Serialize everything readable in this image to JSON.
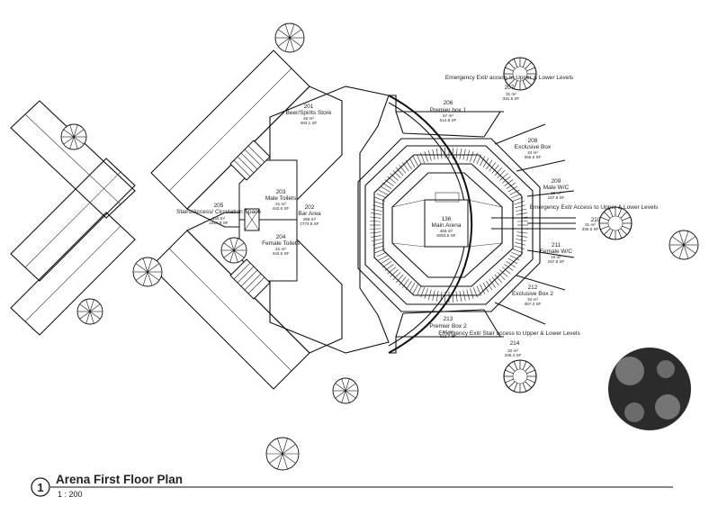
{
  "title_block": {
    "number": "1",
    "title": "Arena First Floor Plan",
    "scale": "1 : 200"
  },
  "rooms": [
    {
      "id": "r201",
      "number": "201",
      "name": "Beer/Spirits Store",
      "area_m2": "45 m²",
      "area_sf": "483.1 SF"
    },
    {
      "id": "r202",
      "number": "202",
      "name": "Bar Area",
      "area_m2": "258 m²",
      "area_sf": "2774.8 SF"
    },
    {
      "id": "r203",
      "number": "203",
      "name": "Male Toilets",
      "area_m2": "41 m²",
      "area_sf": "442.6 SF"
    },
    {
      "id": "r204",
      "number": "204",
      "name": "Female Toilets",
      "area_m2": "41 m²",
      "area_sf": "442.6 SF"
    },
    {
      "id": "r205",
      "number": "205",
      "name": "Stairs/Access/ Circulation Space",
      "area_m2": "150 m²",
      "area_sf": "1617.8 SF"
    },
    {
      "id": "r206",
      "number": "206",
      "name": "Premier box 1",
      "area_m2": "57 m²",
      "area_sf": "614.8 SF"
    },
    {
      "id": "r208",
      "number": "208",
      "name": "Exclusive Box",
      "area_m2": "34 m²",
      "area_sf": "365.6 SF"
    },
    {
      "id": "r209",
      "number": "209",
      "name": "Male W/C",
      "area_m2": "15 m²",
      "area_sf": "157.8 SF"
    },
    {
      "id": "r210",
      "number": "210",
      "name": "Emergency Exit/ Access to Upper & Lower Levels",
      "area_m2": "31 m²",
      "area_sf": "330.6 SF"
    },
    {
      "id": "r211",
      "number": "211",
      "name": "Female W/C",
      "area_m2": "15 m²",
      "area_sf": "157.8 SF"
    },
    {
      "id": "r212",
      "number": "212",
      "name": "Exclusive Box 2",
      "area_m2": "34 m²",
      "area_sf": "367.3 SF"
    },
    {
      "id": "r213",
      "number": "213",
      "name": "Premier Box 2",
      "area_m2": "57 m²",
      "area_sf": "612.7 SF"
    },
    {
      "id": "r214",
      "number": "214",
      "name": "Emergency Exit/ Stair access to Upper & Lower Levels",
      "area_m2": "32 m²",
      "area_sf": "346.4 SF"
    },
    {
      "id": "r207",
      "number": "207",
      "name": "Emergency Exit/ access to Upper & Lower Levels",
      "area_m2": "31 m²",
      "area_sf": "331.5 SF"
    },
    {
      "id": "r136",
      "number": "136",
      "name": "Main Arena",
      "area_m2": "465 m²",
      "area_sf": "5003.5 SF"
    }
  ]
}
